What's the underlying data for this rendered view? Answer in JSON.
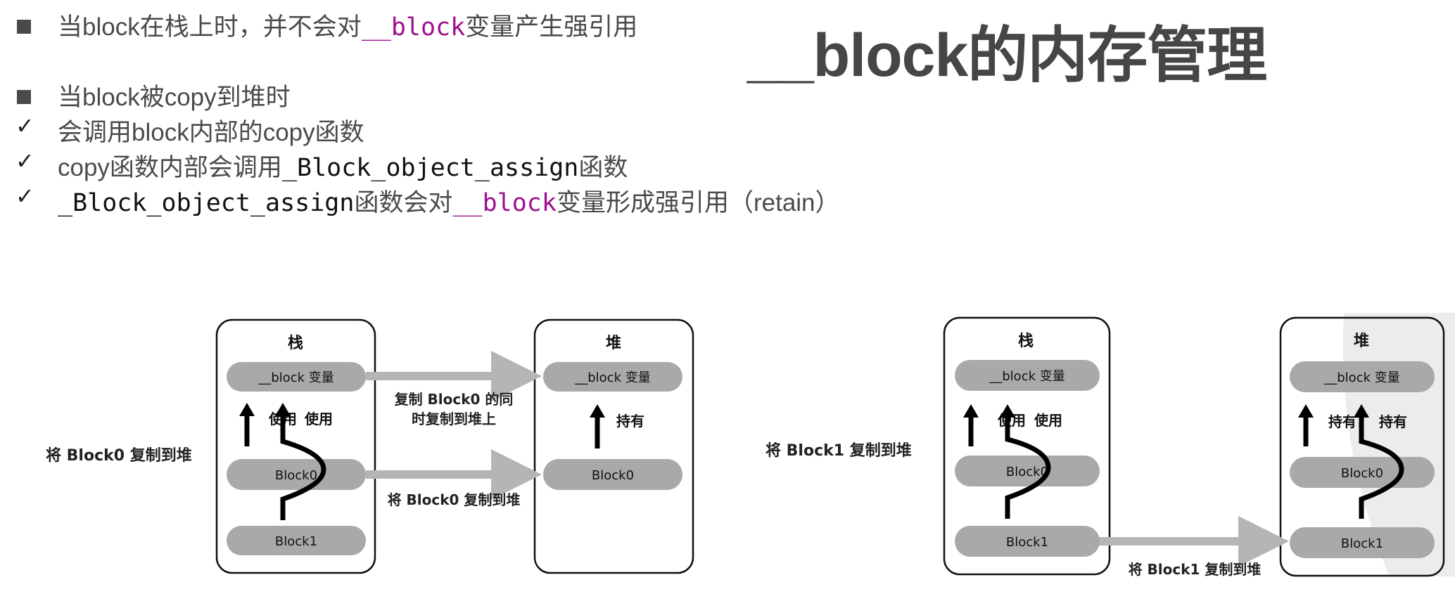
{
  "title": "__block的内存管理",
  "bullets": [
    {
      "marker": "square",
      "parts": [
        {
          "t": "当block在栈上时，并不会对"
        },
        {
          "t": "__block",
          "style": "kw"
        },
        {
          "t": "变量产生强引用"
        }
      ]
    },
    {
      "marker": "square",
      "parts": [
        {
          "t": "当block被copy到堆时"
        }
      ]
    },
    {
      "marker": "check",
      "parts": [
        {
          "t": "会调用block内部的copy函数"
        }
      ]
    },
    {
      "marker": "check",
      "parts": [
        {
          "t": "copy函数内部会调用"
        },
        {
          "t": "_Block_object_assign",
          "style": "mono"
        },
        {
          "t": "函数"
        }
      ]
    },
    {
      "marker": "check",
      "parts": [
        {
          "t": "_Block_object_assign",
          "style": "mono"
        },
        {
          "t": "函数会对"
        },
        {
          "t": "__block",
          "style": "kw"
        },
        {
          "t": "变量形成强引用（retain）"
        }
      ]
    }
  ],
  "colors": {
    "keyword": "#a0108f",
    "text": "#4a4a4a",
    "pill": "#a9a9a9"
  },
  "diagrams": [
    {
      "side_label": "将 Block0 复制到堆",
      "stack": {
        "title": "栈",
        "pills": [
          "__block 变量",
          "Block0",
          "Block1"
        ],
        "arrow_labels": [
          "使用",
          "使用"
        ]
      },
      "heap": {
        "title": "堆",
        "pills": [
          "__block 变量",
          "Block0"
        ],
        "arrow_labels": [
          "持有"
        ]
      },
      "transfer_labels": [
        "复制 Block0 的同",
        "时复制到堆上",
        "将 Block0 复制到堆"
      ]
    },
    {
      "side_label": "将 Block1 复制到堆",
      "stack": {
        "title": "栈",
        "pills": [
          "__block 变量",
          "Block0",
          "Block1"
        ],
        "arrow_labels": [
          "使用",
          "使用"
        ]
      },
      "heap": {
        "title": "堆",
        "pills": [
          "__block 变量",
          "Block0",
          "Block1"
        ],
        "arrow_labels": [
          "持有",
          "持有"
        ]
      },
      "transfer_labels": [
        "将 Block1 复制到堆"
      ]
    }
  ]
}
